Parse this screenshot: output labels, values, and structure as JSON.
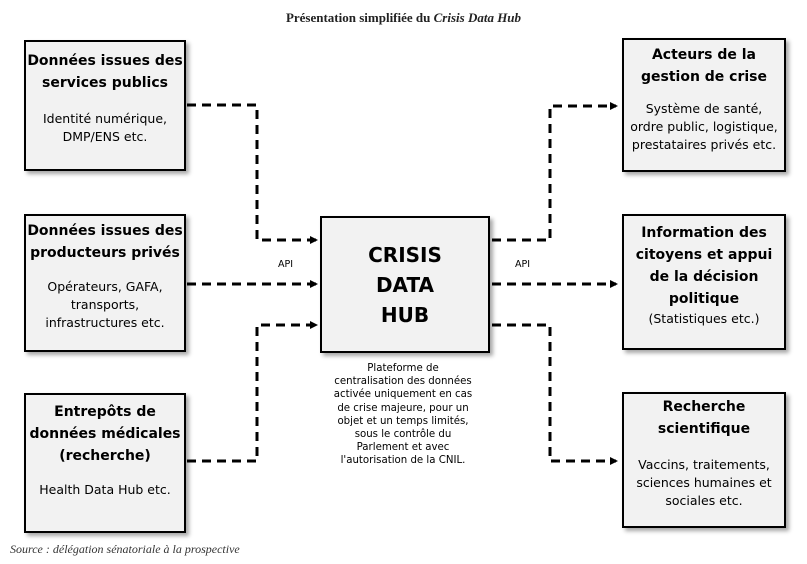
{
  "title": {
    "prefix": "Présentation simplifiée du ",
    "emphasis": "Crisis Data Hub"
  },
  "left_boxes": [
    {
      "head": "Données issues des\nservices publics",
      "body": "Identité numérique,\nDMP/ENS etc."
    },
    {
      "head": "Données issues des\nproducteurs privés",
      "body": "Opérateurs, GAFA,\ntransports,\ninfrastructures etc."
    },
    {
      "head": "Entrepôts de\ndonnées médicales\n(recherche)",
      "body": "Health Data Hub etc."
    }
  ],
  "hub": {
    "text": "CRISIS\nDATA\nHUB"
  },
  "hub_description": "Plateforme de\ncentralisation des données\nactivée uniquement en cas\nde crise majeure, pour un\nobjet et un temps limités,\nsous le contrôle du\nParlement et avec\nl'autorisation de la CNIL.",
  "api_left": "API",
  "api_right": "API",
  "right_boxes": [
    {
      "head": "Acteurs de la\ngestion de crise",
      "body": "Système de santé,\nordre public, logistique,\nprestataires privés etc."
    },
    {
      "head": "Information des\ncitoyens et appui\nde la décision\npolitique",
      "body": "(Statistiques etc.)"
    },
    {
      "head": "Recherche\nscientifique",
      "body": "Vaccins, traitements,\nsciences humaines et\nsociales etc."
    }
  ],
  "source": "Source : délégation sénatoriale à la prospective"
}
